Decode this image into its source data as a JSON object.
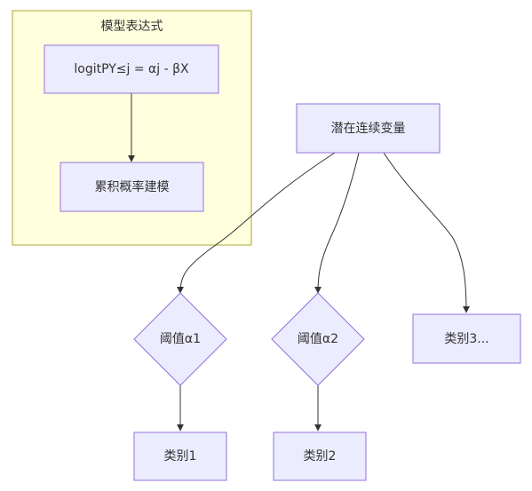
{
  "subgraph": {
    "title": "模型表达式"
  },
  "nodes": {
    "formula": "logitPY≤j = αj - βX",
    "cumulative": "累积概率建模",
    "latent": "潜在连续变量",
    "threshold1": "阈值α1",
    "threshold2": "阈值α2",
    "category1": "类别1",
    "category2": "类别2",
    "category3": "类别3..."
  },
  "colors": {
    "node_fill": "#ececff",
    "node_stroke": "#9370db",
    "subgraph_fill": "#ffffde",
    "subgraph_stroke": "#aaaa33",
    "edge": "#333333",
    "text": "#333333"
  }
}
